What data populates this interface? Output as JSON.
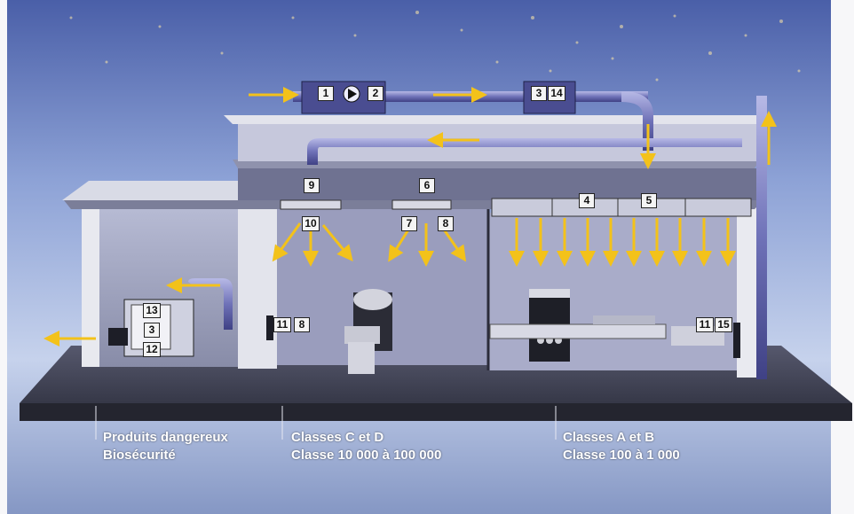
{
  "zones": [
    {
      "line1": "Produits dangereux",
      "line2": "Biosécurité"
    },
    {
      "line1": "Classes C et D",
      "line2": "Classe 10 000 à 100 000"
    },
    {
      "line1": "Classes A et B",
      "line2": "Classe 100 à 1 000"
    }
  ],
  "labels": {
    "ahu_1": "1",
    "ahu_2": "2",
    "duct_3": "3",
    "duct_14": "14",
    "hepa_4": "4",
    "hepa_5": "5",
    "diffuser_6": "6",
    "diffuser_9": "9",
    "flow_7": "7",
    "flow_8": "8",
    "flow_10": "10",
    "wall_c_11": "11",
    "wall_c_8": "8",
    "wall_a_11": "11",
    "wall_a_15": "15",
    "box_13": "13",
    "box_3": "3",
    "box_12": "12"
  },
  "colors": {
    "sky": "#9aaed9",
    "sky_dark": "#5f74b6",
    "floor": "#3d3f52",
    "wall_light": "#e4e5ec",
    "arrow": "#f3c21a",
    "duct": "#8a8ec6"
  }
}
